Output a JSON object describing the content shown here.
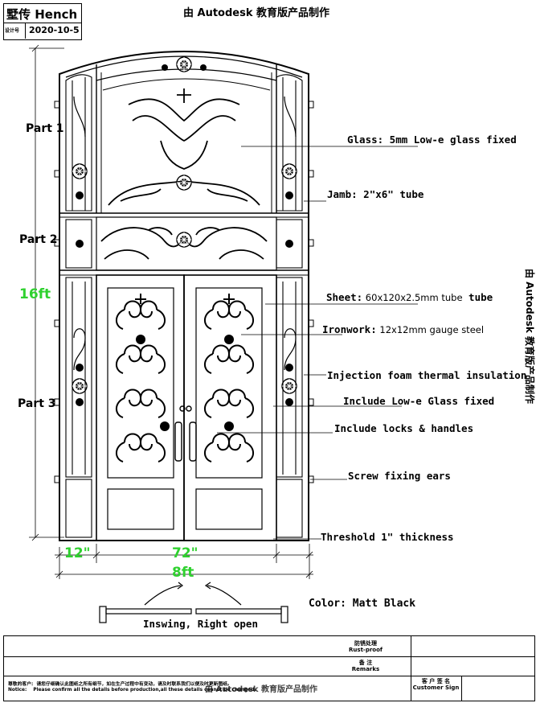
{
  "title_block": {
    "brand": "墅传 Hench",
    "design_label": "设计号",
    "date": "2020-10-5"
  },
  "watermark": {
    "top": "由 Autodesk 教育版产品制作",
    "side": "由 Autodesk 教育版产品制作"
  },
  "parts": {
    "part1": "Part 1",
    "part2": "Part 2",
    "part3": "Part 3"
  },
  "dimensions": {
    "height": "16ft",
    "sidelite": "12\"",
    "door_width": "72\"",
    "total_width": "8ft"
  },
  "callouts": [
    {
      "label": "Glass:",
      "value": " 5mm Low-e glass fixed"
    },
    {
      "label": "Jamb:",
      "value": " 2\"x6\" tube"
    },
    {
      "label": "Sheet:",
      "value": " 60x120x2.5mm tube"
    },
    {
      "label": "Ironwork:",
      "value": " 12x12mm gauge steel"
    },
    {
      "label": "Injection foam thermal insulation",
      "value": ""
    },
    {
      "label": "Include Low-e Glass fixed",
      "value": ""
    },
    {
      "label": "Include locks & handles",
      "value": ""
    },
    {
      "label": "Screw fixing ears",
      "value": ""
    },
    {
      "label": "Threshold  1\" thickness",
      "value": ""
    }
  ],
  "color_note": "Color: Matt Black",
  "swing_note": "Inswing, Right open",
  "footer": {
    "rust_cn": "防锈处理",
    "rust_en": "Rust-proof",
    "remarks_cn": "备 注",
    "remarks_en": "Remarks",
    "notice_cn_label": "尊敬的客户:",
    "notice_cn": "请您仔细确认此图纸之所有细节，如在生产过程中有变动，请及时联系我们以便及时更新图纸。",
    "notice_en_label": "Notice:",
    "notice_en": "Please confirm all the details before production,all these details cannot be changed.",
    "notice_ghost": "由 Autodesk 教育版产品制作",
    "customer_cn": "客 户 签 名",
    "customer_en": "Customer Sign"
  }
}
